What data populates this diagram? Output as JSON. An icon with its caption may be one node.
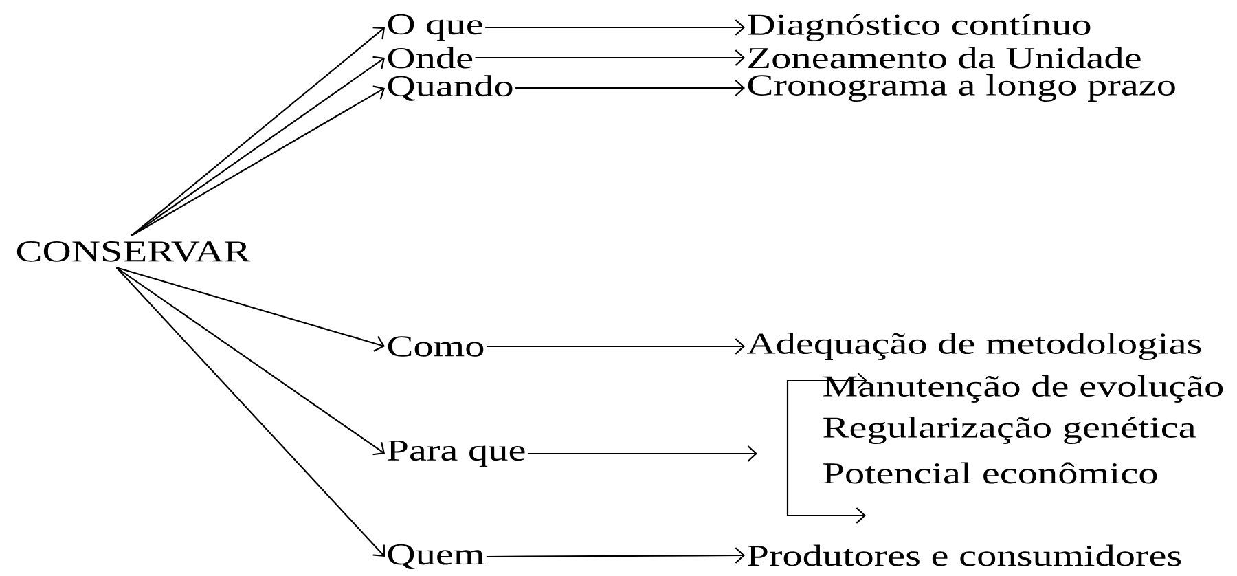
{
  "diagram": {
    "nodes": [
      {
        "text": [
          "CONSERVAR"
        ]
      },
      {
        "text": [
          "O que"
        ]
      },
      {
        "text": [
          "Onde"
        ]
      },
      {
        "text": [
          "Quando"
        ]
      },
      {
        "text": [
          "Como"
        ]
      },
      {
        "text": [
          "Para que"
        ]
      },
      {
        "text": [
          "Quem"
        ]
      },
      {
        "text": [
          "Diagnóstico contínuo"
        ]
      },
      {
        "text": [
          "Zoneamento da Unidade"
        ]
      },
      {
        "text": [
          "Cronograma a longo prazo"
        ]
      },
      {
        "text": [
          "Adequação de metodologias"
        ]
      },
      {
        "text": [
          "Manutenção de evolução"
        ]
      },
      {
        "text": [
          "Regularização genética"
        ]
      },
      {
        "text": [
          "Potencial econômico"
        ]
      },
      {
        "text": [
          "Produtores e consumidores"
        ]
      }
    ],
    "edges": [
      {
        "from": 0,
        "to": 1,
        "arrow": "to"
      },
      {
        "from": 0,
        "to": 2,
        "arrow": "to"
      },
      {
        "from": 0,
        "to": 3,
        "arrow": "to"
      },
      {
        "from": 0,
        "to": 4,
        "arrow": "to"
      },
      {
        "from": 0,
        "to": 5,
        "arrow": "to"
      },
      {
        "from": 0,
        "to": 6,
        "arrow": "to"
      },
      {
        "from": 1,
        "to": 7,
        "arrow": "to"
      },
      {
        "from": 2,
        "to": 8,
        "arrow": "to"
      },
      {
        "from": 3,
        "to": 9,
        "arrow": "to"
      },
      {
        "from": 4,
        "to": 10,
        "arrow": "to"
      },
      {
        "from": 5,
        "to": 12,
        "arrow": "to"
      },
      {
        "from": 6,
        "to": 14,
        "arrow": "to"
      }
    ]
  }
}
